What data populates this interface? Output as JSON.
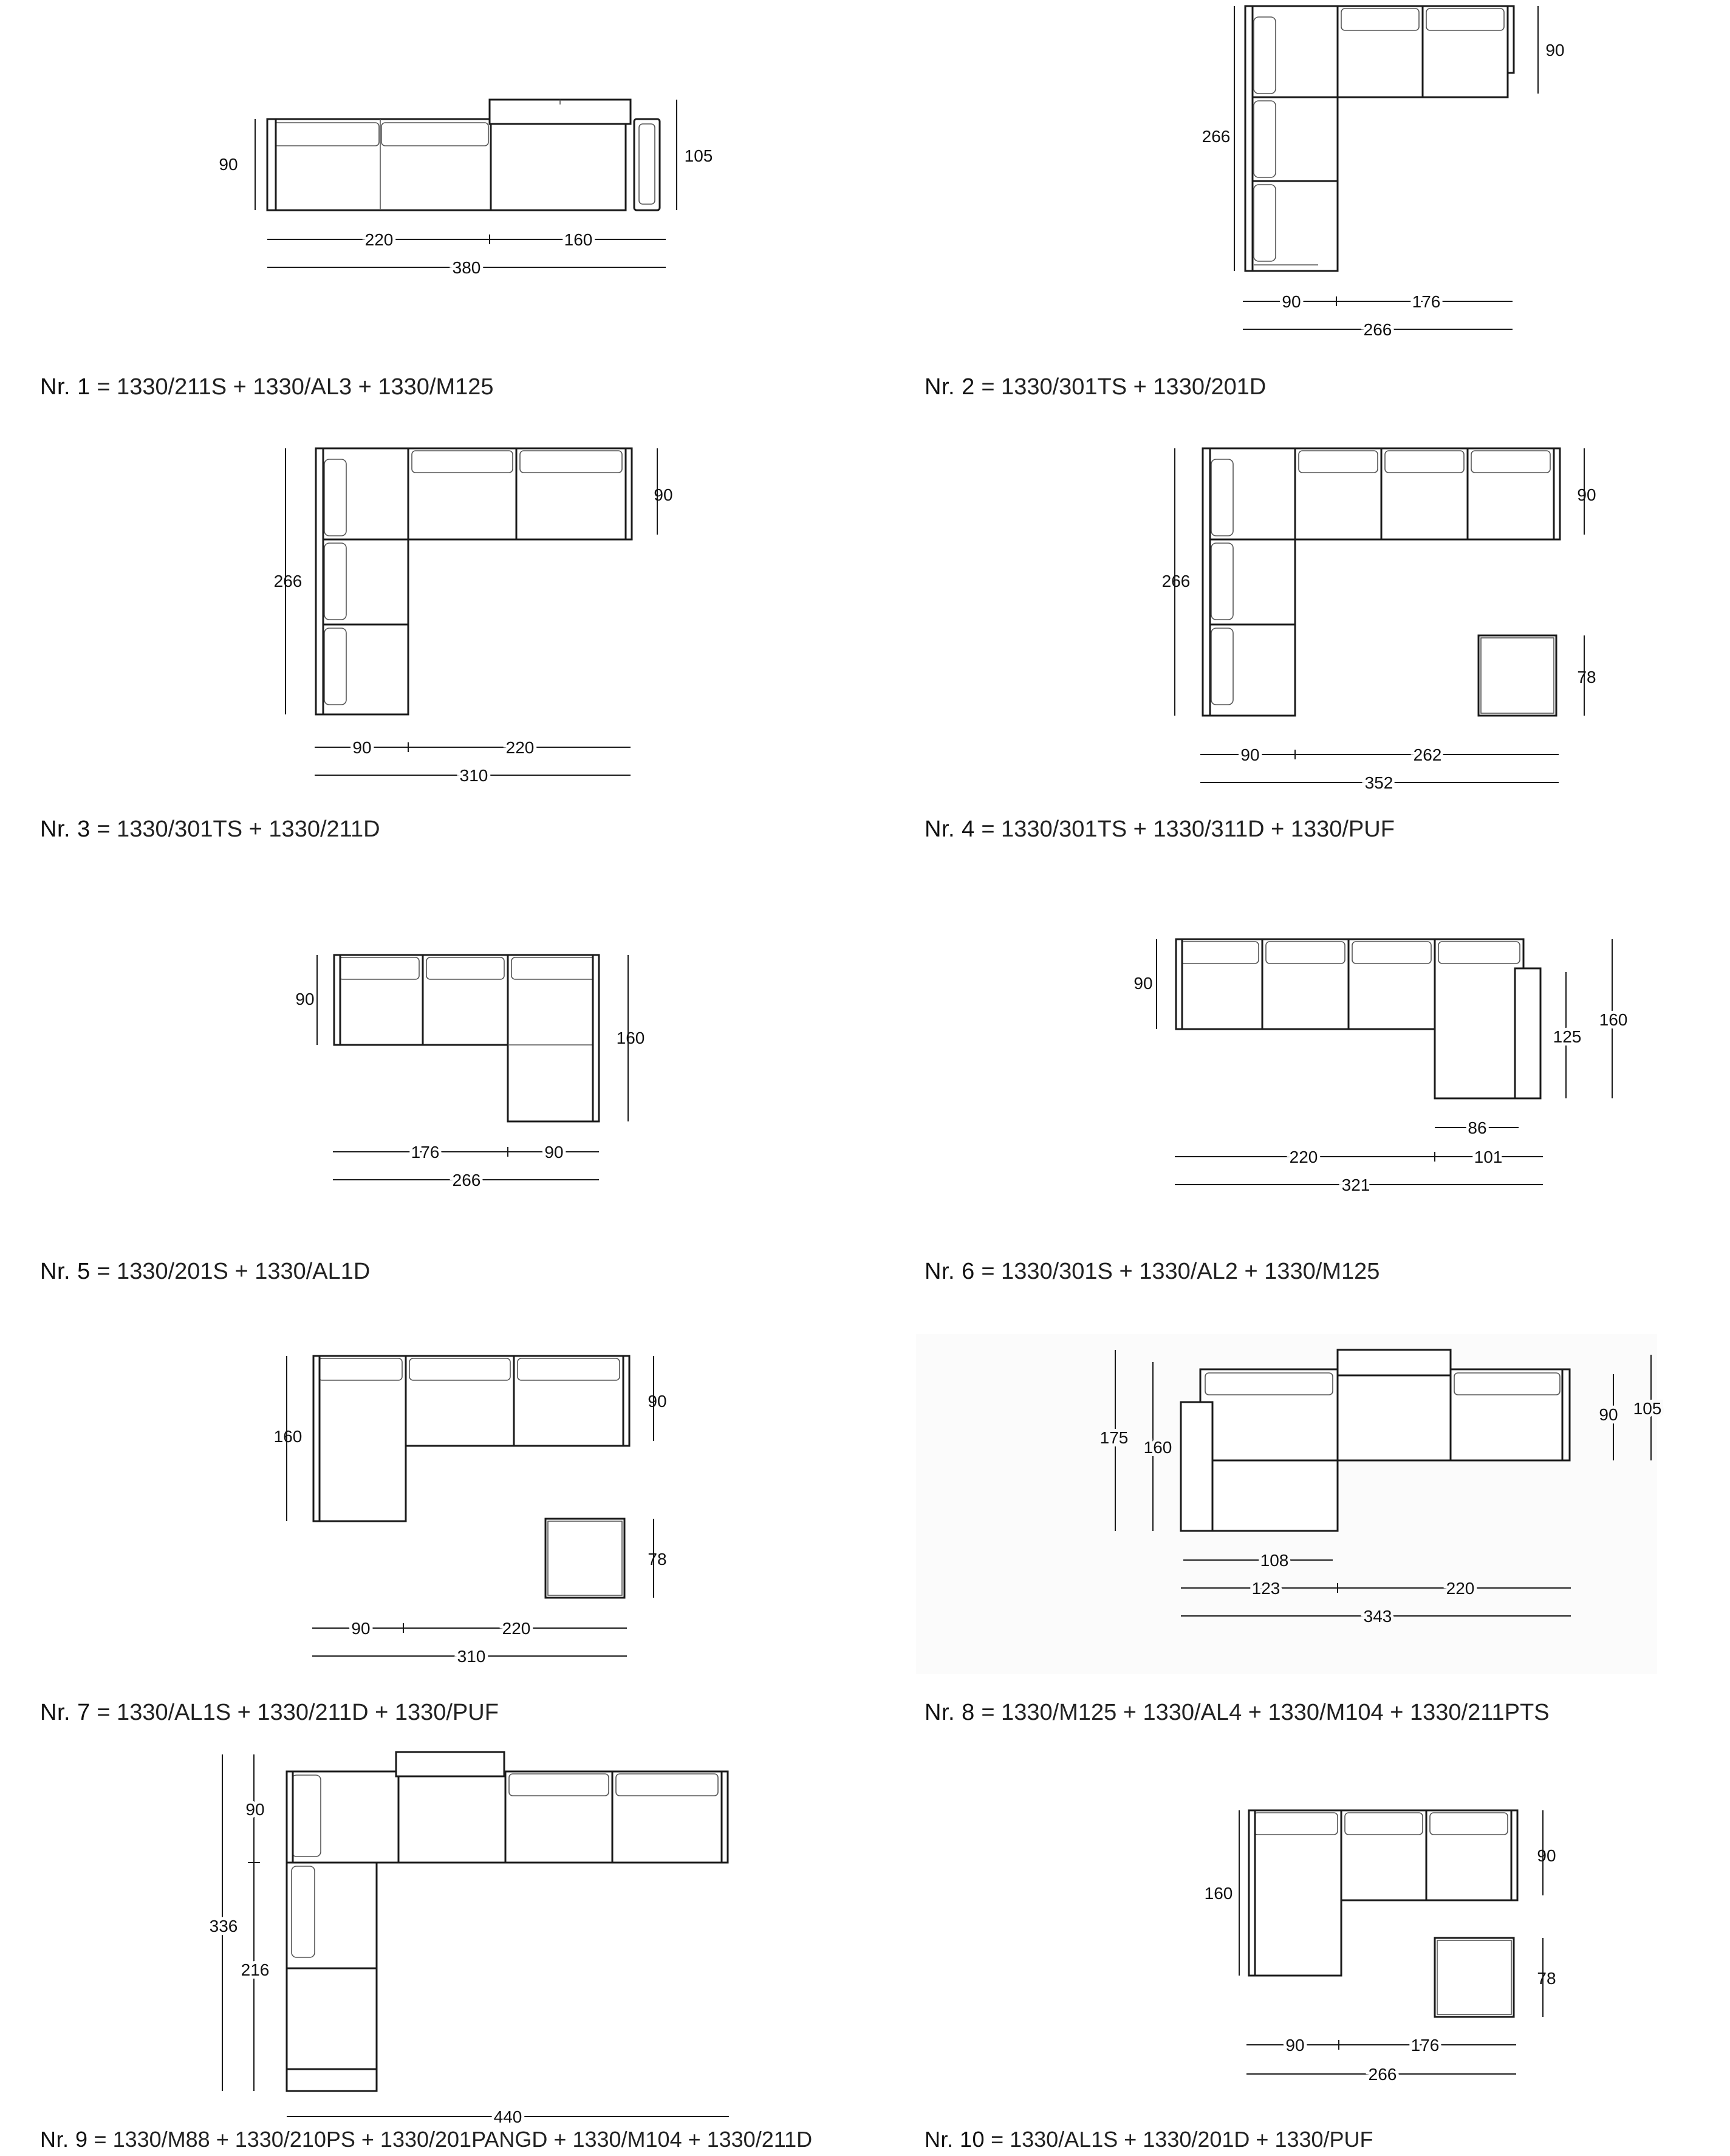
{
  "items": [
    {
      "nr": "Nr. 1",
      "formula": "= 1330/211S + 1330/AL3 + 1330/M125",
      "dims": [
        "90",
        "105",
        "220",
        "160",
        "380"
      ]
    },
    {
      "nr": "Nr. 2",
      "formula": "= 1330/301TS + 1330/201D",
      "dims": [
        "90",
        "266",
        "90",
        "176",
        "266"
      ]
    },
    {
      "nr": "Nr. 3",
      "formula": "= 1330/301TS + 1330/211D",
      "dims": [
        "90",
        "266",
        "90",
        "220",
        "310"
      ]
    },
    {
      "nr": "Nr. 4",
      "formula": "= 1330/301TS + 1330/311D + 1330/PUF",
      "dims": [
        "90",
        "266",
        "78",
        "90",
        "262",
        "352"
      ]
    },
    {
      "nr": "Nr. 5",
      "formula": "= 1330/201S + 1330/AL1D",
      "dims": [
        "90",
        "160",
        "176",
        "90",
        "266"
      ]
    },
    {
      "nr": "Nr. 6",
      "formula": "= 1330/301S + 1330/AL2 + 1330/M125",
      "dims": [
        "90",
        "125",
        "160",
        "86",
        "220",
        "101",
        "321"
      ]
    },
    {
      "nr": "Nr. 7",
      "formula": "= 1330/AL1S + 1330/211D + 1330/PUF",
      "dims": [
        "160",
        "90",
        "78",
        "90",
        "220",
        "310"
      ]
    },
    {
      "nr": "Nr. 8",
      "formula": "= 1330/M125 + 1330/AL4 + 1330/M104 + 1330/211PTS",
      "dims": [
        "175",
        "160",
        "90",
        "105",
        "108",
        "123",
        "220",
        "343"
      ]
    },
    {
      "nr": "Nr. 9",
      "formula": "= 1330/M88 + 1330/210PS + 1330/201PANGD + 1330/M104 + 1330/211D",
      "dims": [
        "90",
        "336",
        "216",
        "440"
      ]
    },
    {
      "nr": "Nr. 10",
      "formula": "= 1330/AL1S + 1330/201D + 1330/PUF",
      "dims": [
        "160",
        "90",
        "78",
        "90",
        "176",
        "266"
      ]
    }
  ]
}
